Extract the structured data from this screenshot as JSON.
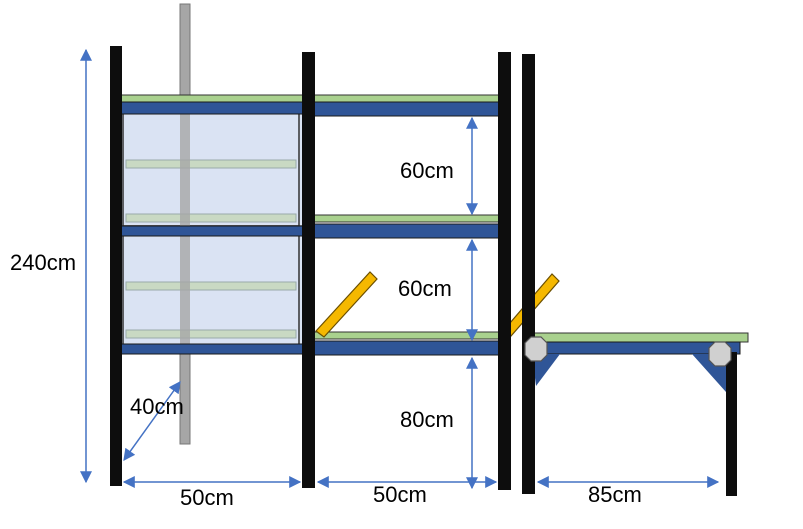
{
  "colors": {
    "post": "#0d0d0d",
    "board": "#a9d18e",
    "beam": "#2f5597",
    "brace": "#f5b800",
    "pipe": "#a6a6a6",
    "panel": "#dae3f3",
    "arrow": "#4472c4",
    "bolt": "#d0d0d0"
  },
  "labels": {
    "total_height": "240cm",
    "shelf_gap_top": "60cm",
    "shelf_gap_middle": "60cm",
    "shelf_height_bottom": "80cm",
    "depth": "40cm",
    "width_left": "50cm",
    "width_middle": "50cm",
    "width_right": "85cm"
  }
}
